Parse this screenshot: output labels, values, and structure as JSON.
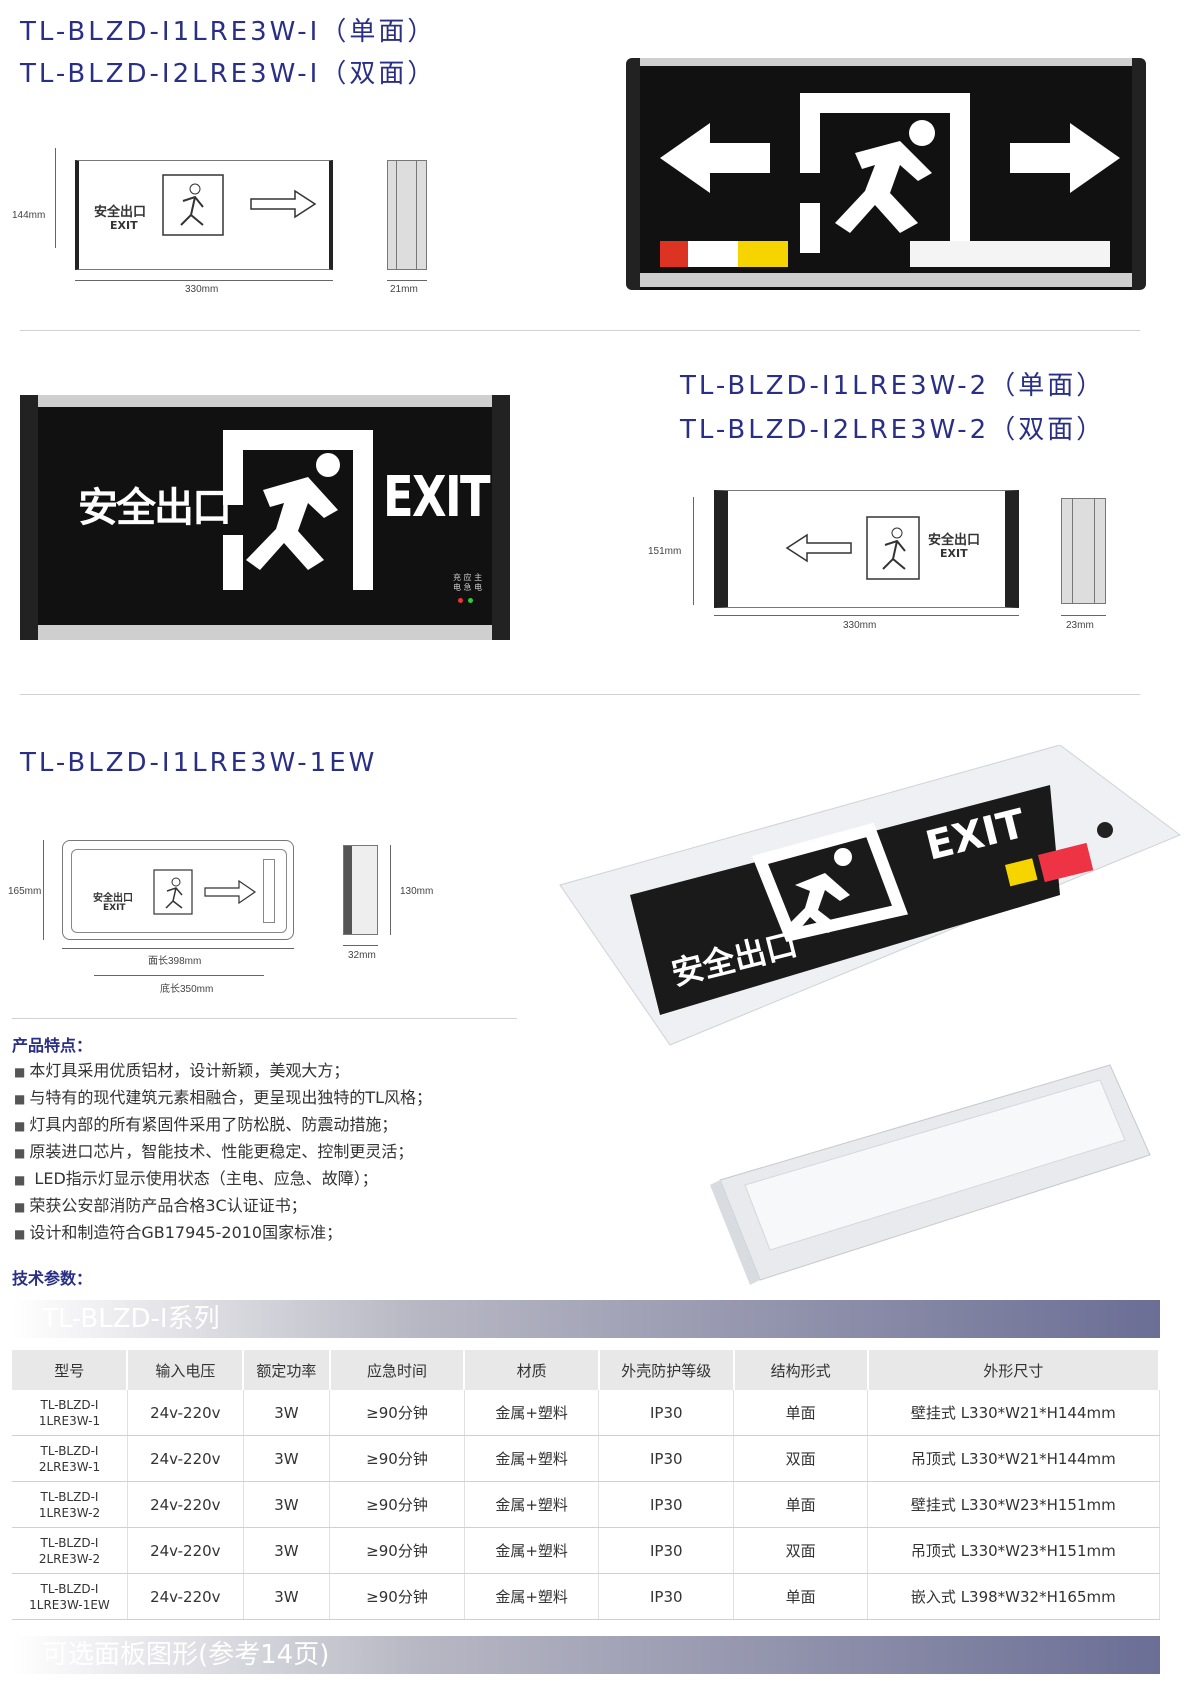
{
  "section1": {
    "title_line1": "TL-BLZD-Ⅰ1LRE3W-Ⅰ（单面）",
    "title_line2": "TL-BLZD-Ⅰ2LRE3W-Ⅰ（双面）",
    "dim_height": "144mm",
    "dim_width": "330mm",
    "dim_depth": "21mm",
    "panel_text_cn": "安全出口",
    "panel_text_en": "EXIT"
  },
  "section2": {
    "title_line1": "TL-BLZD-Ⅰ1LRE3W-2（单面）",
    "title_line2": "TL-BLZD-Ⅰ2LRE3W-2（双面）",
    "dim_height": "151mm",
    "dim_width": "330mm",
    "dim_depth": "23mm",
    "panel_text_cn": "安全出口",
    "panel_text_en": "EXIT",
    "photo_text_cn": "安全出口",
    "photo_text_en": "EXIT",
    "photo_indicator_labels": "充 应 主\n电 急 电"
  },
  "section3": {
    "title": "TL-BLZD-Ⅰ1LRE3W-1EW",
    "dim_height": "165mm",
    "dim_face_length": "面长398mm",
    "dim_base_length": "底长350mm",
    "dim_depth": "32mm",
    "dim_side_height": "130mm",
    "panel_text_cn": "安全出口",
    "panel_text_en": "EXIT",
    "photo_text_cn": "安全出口",
    "photo_text_en": "EXIT"
  },
  "features": {
    "heading": "产品特点：",
    "items": [
      "本灯具采用优质铝材，设计新颖，美观大方；",
      "与特有的现代建筑元素相融合，更呈现出独特的TL风格；",
      "灯具内部的所有紧固件采用了防松脱、防震动措施；",
      "原装进口芯片，智能技术、性能更稳定、控制更灵活；",
      " LED指示灯显示使用状态（主电、应急、故障）；",
      "荣获公安部消防产品合格3C认证证书；",
      "设计和制造符合GB17945-2010国家标准；"
    ]
  },
  "specs": {
    "heading": "技术参数：",
    "series_title": "TL-BLZD-Ⅰ系列",
    "headers": [
      "型号",
      "输入电压",
      "额定功率",
      "应急时间",
      "材质",
      "外壳防护等级",
      "结构形式",
      "外形尺寸"
    ],
    "rows": [
      {
        "model": "TL-BLZD-Ⅰ\n1LRE3W-1",
        "voltage": "24v-220v",
        "power": "3W",
        "time": "≥90分钟",
        "material": "金属+塑料",
        "ip": "IP30",
        "structure": "单面",
        "size": "壁挂式 L330*W21*H144mm"
      },
      {
        "model": "TL-BLZD-Ⅰ\n2LRE3W-1",
        "voltage": "24v-220v",
        "power": "3W",
        "time": "≥90分钟",
        "material": "金属+塑料",
        "ip": "IP30",
        "structure": "双面",
        "size": "吊顶式 L330*W21*H144mm"
      },
      {
        "model": "TL-BLZD-Ⅰ\n1LRE3W-2",
        "voltage": "24v-220v",
        "power": "3W",
        "time": "≥90分钟",
        "material": "金属+塑料",
        "ip": "IP30",
        "structure": "单面",
        "size": "壁挂式 L330*W23*H151mm"
      },
      {
        "model": "TL-BLZD-Ⅰ\n2LRE3W-2",
        "voltage": "24v-220v",
        "power": "3W",
        "time": "≥90分钟",
        "material": "金属+塑料",
        "ip": "IP30",
        "structure": "双面",
        "size": "吊顶式 L330*W23*H151mm"
      },
      {
        "model": "TL-BLZD-Ⅰ\n1LRE3W-1EW",
        "voltage": "24v-220v",
        "power": "3W",
        "time": "≥90分钟",
        "material": "金属+塑料",
        "ip": "IP30",
        "structure": "单面",
        "size": "嵌入式 L398*W32*H165mm"
      }
    ]
  },
  "footer_banner": "可选面板图形(参考14页)",
  "colors": {
    "title_blue": "#2a2f86",
    "banner_gradient_end": "#6b6e95",
    "sign_black": "#111111"
  }
}
